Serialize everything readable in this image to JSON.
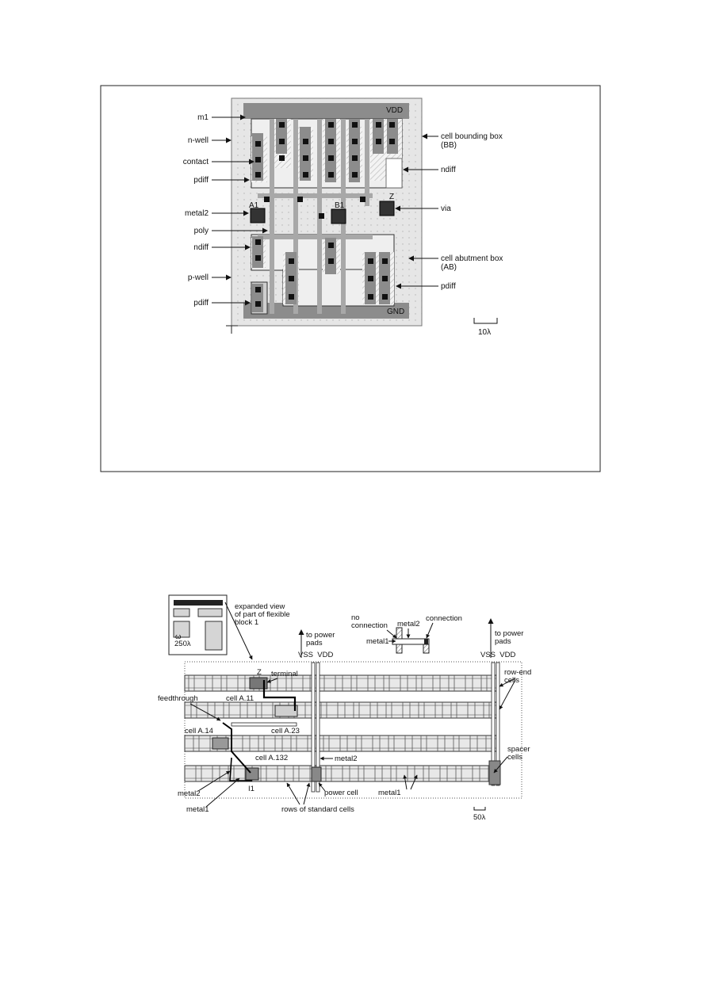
{
  "figure1": {
    "layer_labels": {
      "m1": "m1",
      "nwell": "n-well",
      "contact": "contact",
      "pdiff_top": "pdiff",
      "metal2": "metal2",
      "poly": "poly",
      "ndiff_left": "ndiff",
      "pwell": "p-well",
      "pdiff_bottom": "pdiff"
    },
    "right_labels": {
      "bb_line1": "cell bounding box",
      "bb_line2": "(BB)",
      "ndiff_right": "ndiff",
      "via": "via",
      "ab_line1": "cell abutment box",
      "ab_line2": "(AB)",
      "pdiff_right": "pdiff"
    },
    "rails": {
      "vdd": "VDD",
      "gnd": "GND"
    },
    "pins": {
      "a1": "A1",
      "b1": "B1",
      "z": "Z"
    },
    "scale": "10λ"
  },
  "figure2": {
    "inset": {
      "scale": "250λ",
      "lambda_glyph": "ω"
    },
    "expanded_view": [
      "expanded view",
      "of part of flexible",
      "block 1"
    ],
    "power_pads_left": [
      "to power",
      "pads"
    ],
    "power_pads_right": [
      "to power",
      "pads"
    ],
    "vss_vdd_left": "VSS  VDD",
    "vss_vdd_right": "VSS  VDD",
    "legend": {
      "no_connection": [
        "no",
        "connection"
      ],
      "metal2": "metal2",
      "connection": "connection",
      "metal1": "metal1"
    },
    "terminal": "terminal",
    "z": "Z",
    "row_end": [
      "row-end",
      "cells"
    ],
    "feedthrough": "feedthrough",
    "cell_a11": "cell A.11",
    "cell_a23": "cell A.23",
    "cell_a14": "cell A.14",
    "cell_a132": "cell A.132",
    "metal2_mid": "metal2",
    "spacer": [
      "spacer",
      "cells"
    ],
    "metal2_left": "metal2",
    "i1": "I1",
    "power_cell": "power cell",
    "metal1_right": "metal1",
    "metal1_left": "metal1",
    "rows": "rows of standard cells",
    "scale": "50λ"
  },
  "colors": {
    "background": "#ffffff",
    "well_gray": "#d9d9d9",
    "metal_gray": "#8c8c8c",
    "dark": "#222222"
  }
}
